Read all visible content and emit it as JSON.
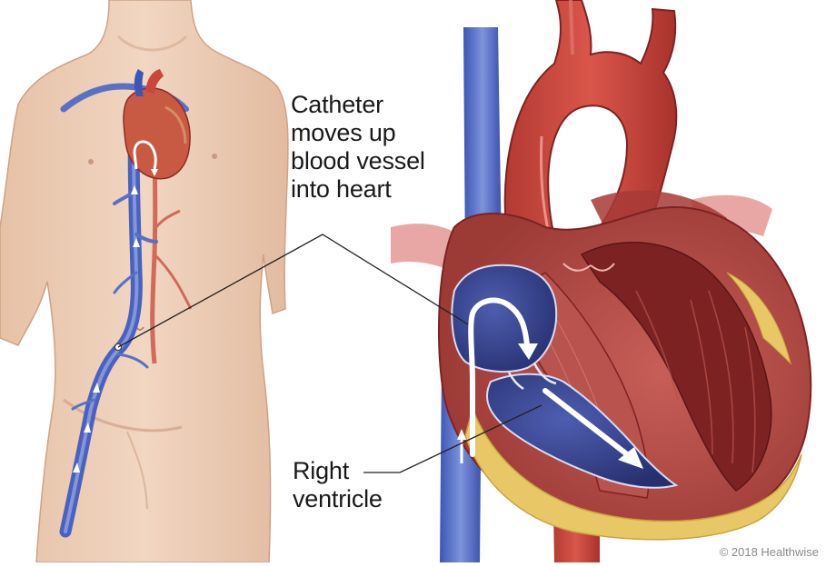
{
  "labels": {
    "catheter": "Catheter\nmoves up\nblood vessel\ninto heart",
    "ventricle": "Right\nventricle"
  },
  "copyright": "© 2018 Healthwise",
  "colors": {
    "skin": "#eccdb6",
    "skin_shadow": "#d8ad92",
    "vein": "#5a70c4",
    "vein_dark": "#2b3f9c",
    "artery": "#c8473a",
    "artery_dark": "#8f2624",
    "heart_muscle": "#b54a45",
    "heart_inner": "#7d2223",
    "right_chamber": "#34418f",
    "fat": "#e8c766",
    "arrow": "#ffffff",
    "leader_line": "#222222"
  }
}
